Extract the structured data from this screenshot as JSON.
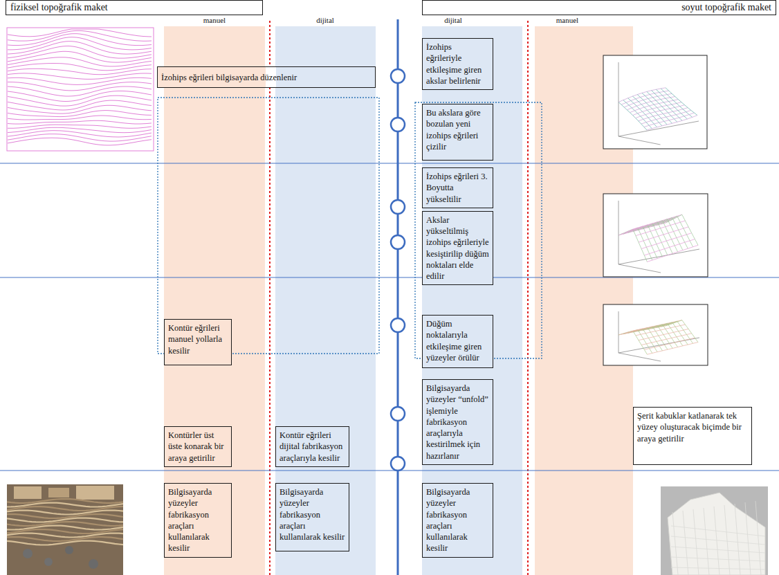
{
  "diagram": {
    "nodes": [
      {
        "text": [
          "fiziksel topoğrafik maket"
        ]
      },
      {
        "text": [
          "soyut topoğrafik maket"
        ]
      },
      {
        "text": [
          "İzohips eğrileri bilgisayarda düzenlenir"
        ]
      },
      {
        "text": [
          "İzohips eğrileriyle etkileşime giren akslar belirlenir"
        ]
      },
      {
        "text": [
          "Bu akslara göre bozulan yeni izohips eğrileri çizilir"
        ]
      },
      {
        "text": [
          "İzohips eğrileri 3. Boyutta yükseltilir"
        ]
      },
      {
        "text": [
          "Akslar yükseltilmiş izohips eğrileriyle kesiştirilip düğüm noktaları elde edilir"
        ]
      },
      {
        "text": [
          "Kontür eğrileri manuel yollarla kesilir"
        ]
      },
      {
        "text": [
          "Düğüm noktalarıyla etkileşime giren yüzeyler örülür"
        ]
      },
      {
        "text": [
          "Bilgisayarda yüzeyler “unfold” işlemiyle fabrikasyon araçlarıyla kestirilmek için hazırlanır"
        ]
      },
      {
        "text": [
          "Kontürler üst üste konarak bir araya getirilir"
        ]
      },
      {
        "text": [
          "Kontür eğrileri dijital fabrikasyon araçlarıyla kesilir"
        ]
      },
      {
        "text": [
          "Şerit kabuklar katlanarak tek yüzey oluşturacak biçimde bir araya getirilir"
        ]
      },
      {
        "text": [
          "Bilgisayarda yüzeyler fabrikasyon araçları kullanılarak kesilir"
        ]
      },
      {
        "text": [
          "Bilgisayarda yüzeyler fabrikasyon araçları kullanılarak kesilir"
        ]
      },
      {
        "text": [
          "Bilgisayarda yüzeyler fabrikasyon araçları kullanılarak kesilir"
        ]
      }
    ],
    "labels": [
      "manuel",
      "dijital",
      "dijital",
      "manuel"
    ]
  }
}
